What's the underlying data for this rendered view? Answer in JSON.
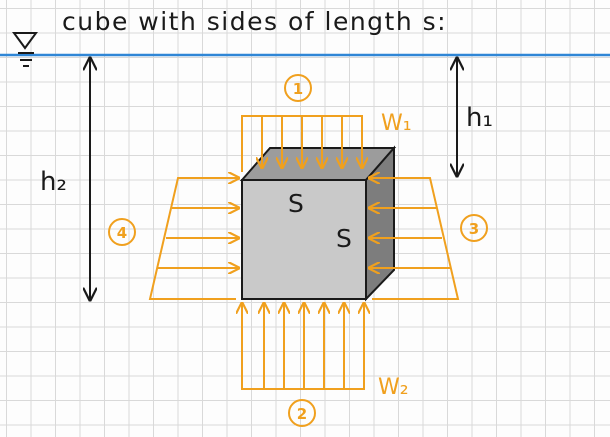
{
  "title": "cube with sides of length s:",
  "labels": {
    "h1": "h₁",
    "h2": "h₂",
    "w1": "W₁",
    "w2": "W₂",
    "s_top": "S",
    "s_side": "S",
    "face1": "1",
    "face2": "2",
    "face3": "3",
    "face4": "4"
  },
  "colors": {
    "water_line": "#2f86d6",
    "pressure": "#f0a01e",
    "cube_front": "#c9c9c9",
    "cube_top": "#9c9c9c",
    "cube_side": "#7d7d7d",
    "ink": "#1a1a1a"
  },
  "icons": {
    "water_surface": "free-surface-triangle-icon"
  }
}
